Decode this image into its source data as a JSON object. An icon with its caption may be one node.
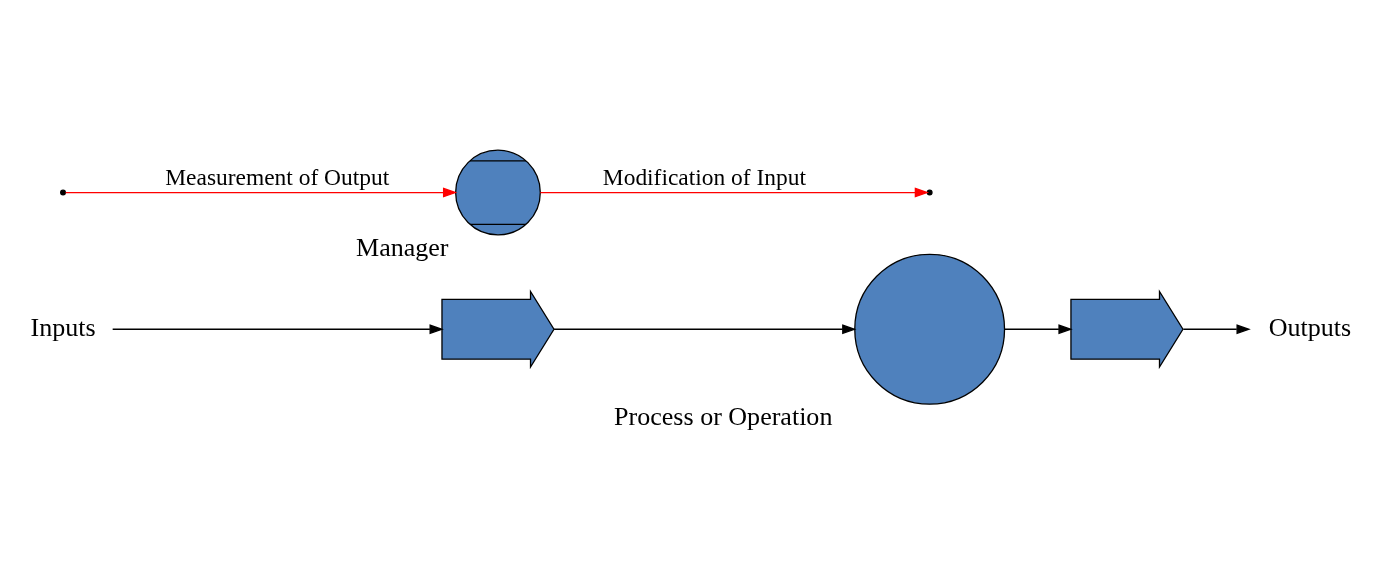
{
  "diagram": {
    "nodes": [
      {
        "text": [
          "Inputs"
        ]
      },
      {
        "text": [],
        "shape": "arrow"
      },
      {
        "text": [
          "Process or Operation"
        ]
      },
      {
        "text": [],
        "shape": "arrow"
      },
      {
        "text": [
          "Outputs"
        ]
      },
      {
        "text": [
          "Manager"
        ]
      }
    ],
    "edges": [
      {
        "from": 0,
        "to": 1,
        "arrow": "to"
      },
      {
        "from": 1,
        "to": 2,
        "arrow": "to"
      },
      {
        "from": 2,
        "to": 3,
        "arrow": "to"
      },
      {
        "from": 3,
        "to": 4,
        "arrow": "to"
      },
      {
        "from": null,
        "to": 5,
        "arrow": "to",
        "label": "Measurement of Output",
        "color": "#ff0000"
      },
      {
        "from": 5,
        "to": null,
        "arrow": "to",
        "label": "Modification of Input",
        "color": "#ff0000"
      }
    ]
  }
}
